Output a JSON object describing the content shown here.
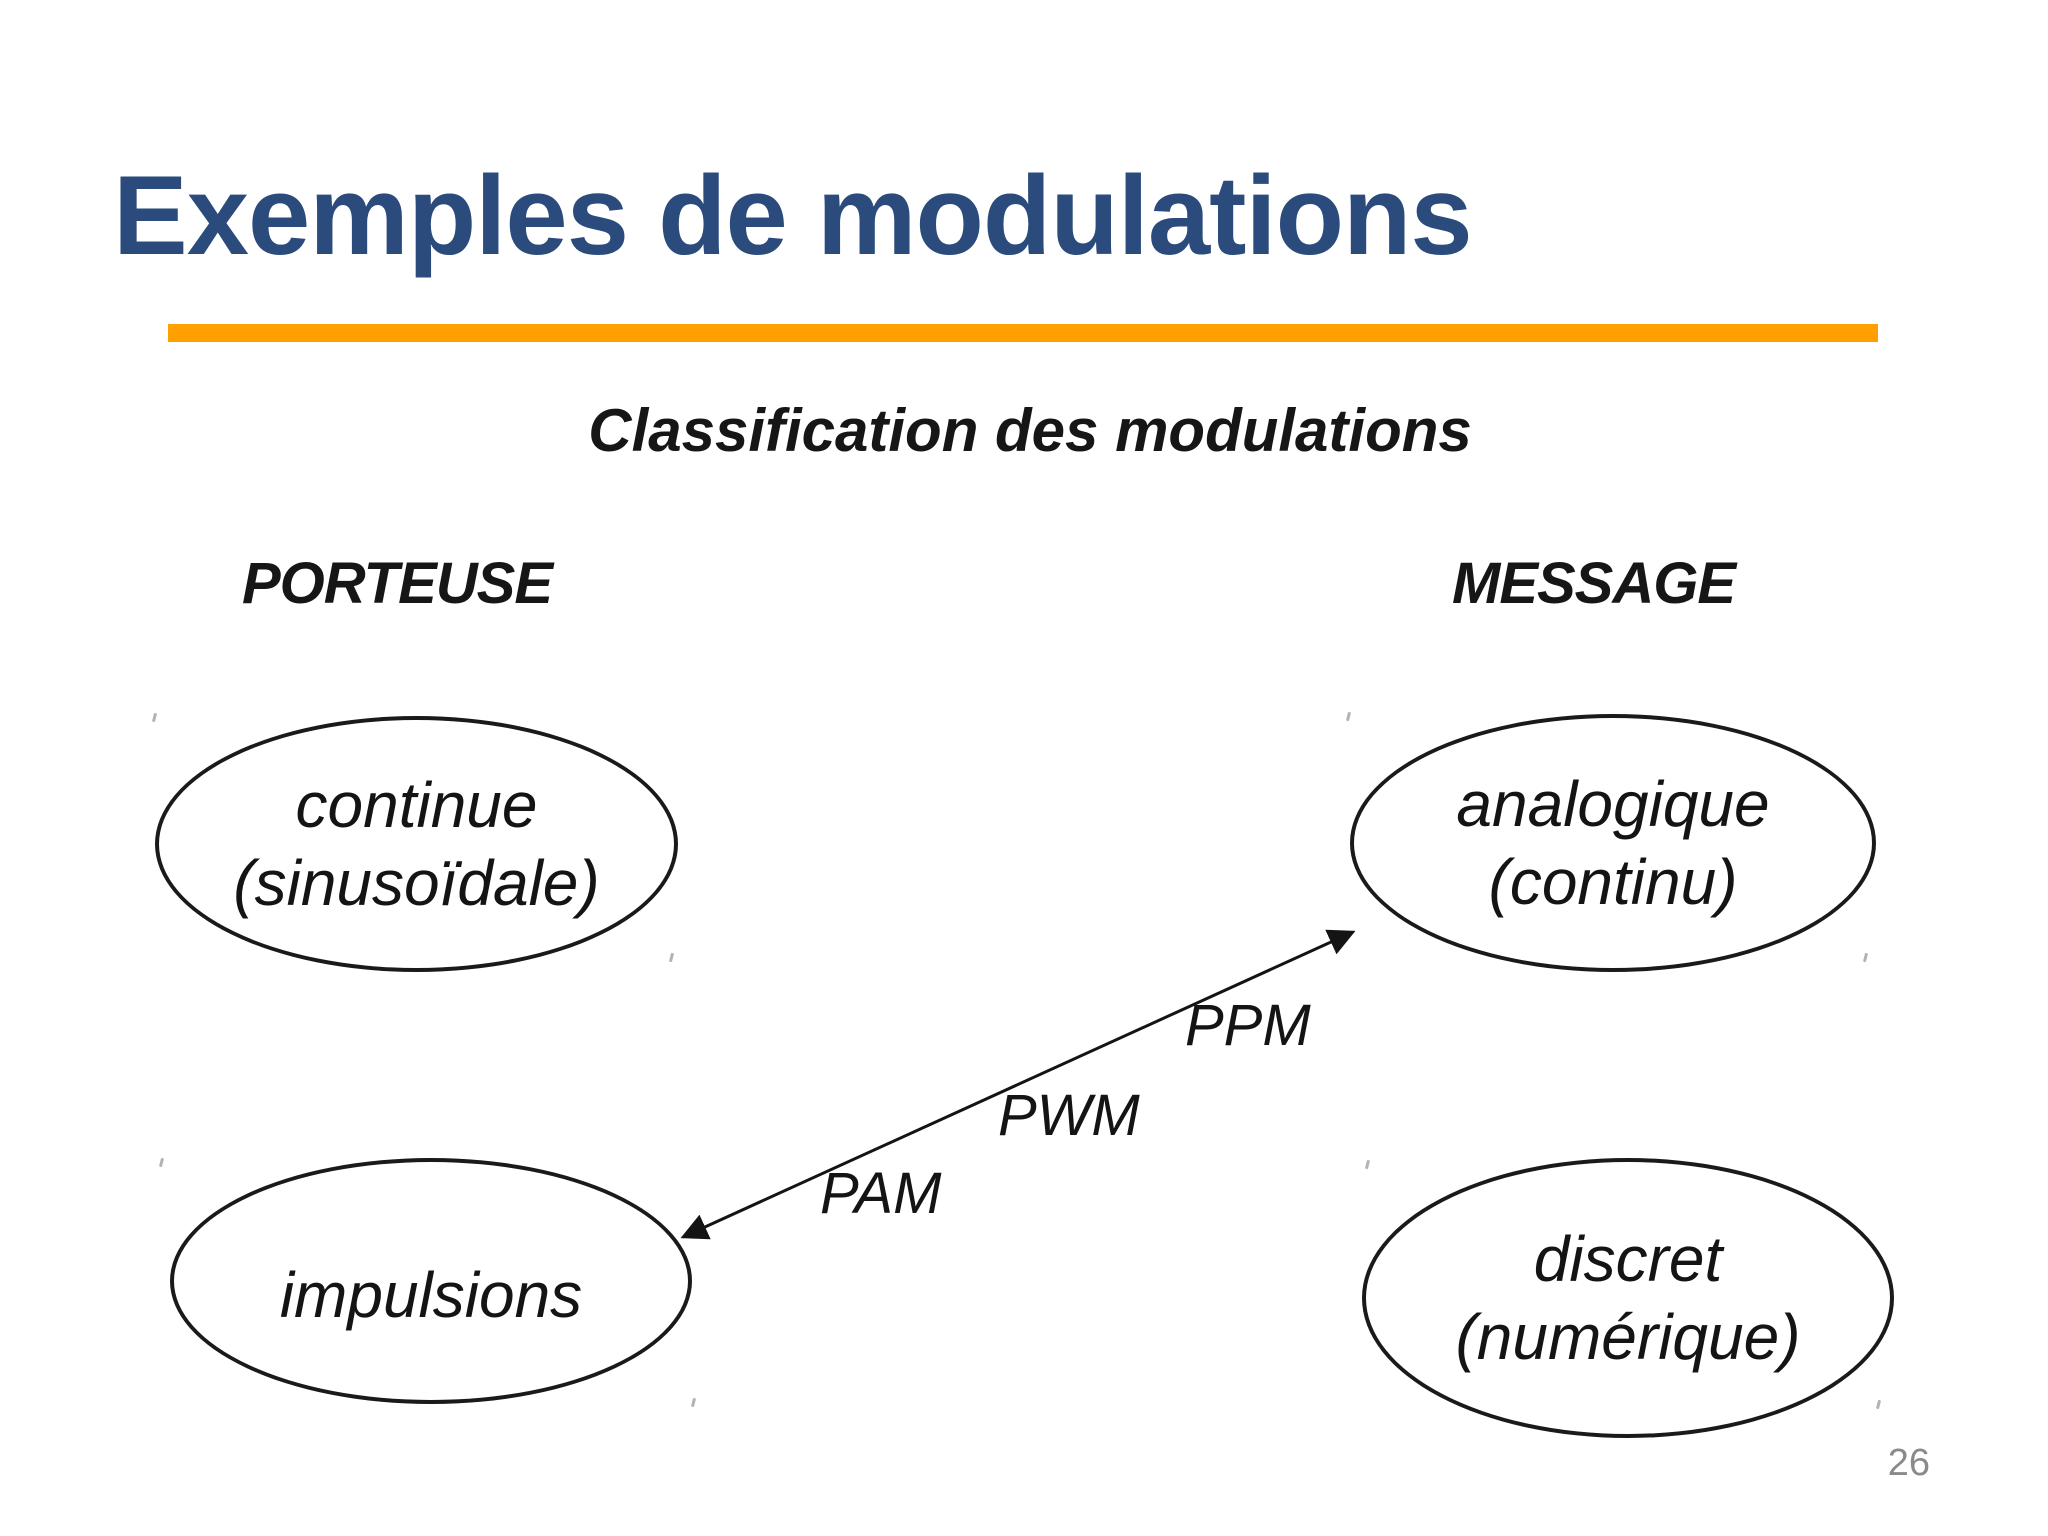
{
  "slide": {
    "title": "Exemples de modulations",
    "subtitle": "Classification des modulations",
    "page_number": "26",
    "accent_color": "#FFA000",
    "title_color": "#2A4B7C"
  },
  "diagram": {
    "left_header": "PORTEUSE",
    "right_header": "MESSAGE",
    "nodes": [
      {
        "id": "continue",
        "column": "porteuse",
        "lines": [
          "continue",
          "(sinusoïdale)"
        ]
      },
      {
        "id": "analogique",
        "column": "message",
        "lines": [
          "analogique",
          "(continu)"
        ]
      },
      {
        "id": "impulsions",
        "column": "porteuse",
        "lines": [
          "impulsions"
        ]
      },
      {
        "id": "discret",
        "column": "message",
        "lines": [
          "discret",
          "(numérique)"
        ]
      }
    ],
    "arrow": {
      "from_node": "impulsions",
      "to_node": "analogique",
      "double_headed": true,
      "labels": [
        "PAM",
        "PWM",
        "PPM"
      ]
    }
  }
}
